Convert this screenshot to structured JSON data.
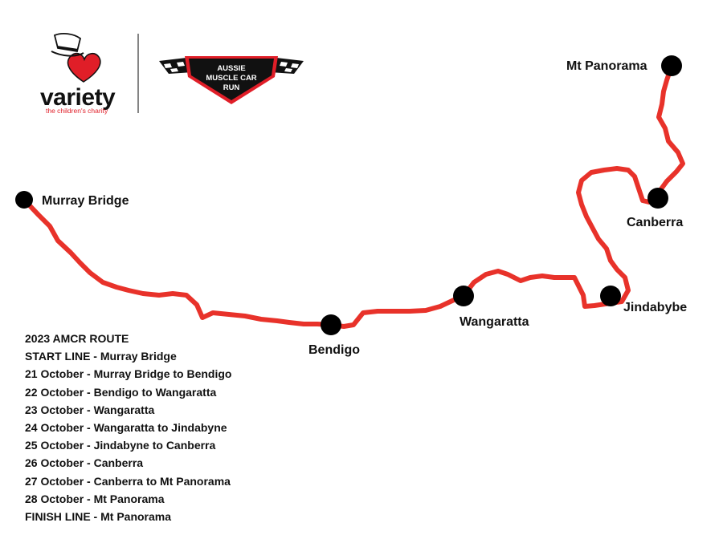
{
  "logos": {
    "variety": {
      "wordmark": "variety",
      "tagline": "the children's charity",
      "icon": "heart-top-hat-icon",
      "brand_color": "#e01e28"
    },
    "amcr": {
      "lines": [
        "AUSSIE",
        "MUSCLE CAR",
        "RUN"
      ],
      "icon": "checkered-flag-badge-icon",
      "badge_color": "#111111",
      "accent_color": "#e01e28"
    }
  },
  "map": {
    "route_color": "#e8322a",
    "marker_color": "#000000",
    "towns": [
      {
        "id": "murray-bridge",
        "name": "Murray Bridge"
      },
      {
        "id": "bendigo",
        "name": "Bendigo"
      },
      {
        "id": "wangaratta",
        "name": "Wangaratta"
      },
      {
        "id": "jindabybe",
        "name": "Jindabybe"
      },
      {
        "id": "canberra",
        "name": "Canberra"
      },
      {
        "id": "mt-panorama",
        "name": "Mt Panorama"
      }
    ]
  },
  "schedule": {
    "title": "2023 AMCR ROUTE",
    "items": [
      "START LINE - Murray Bridge",
      "21 October - Murray Bridge to Bendigo",
      "22 October - Bendigo to Wangaratta",
      "23 October - Wangaratta",
      "24 October - Wangaratta to Jindabyne",
      "25 October - Jindabyne to Canberra",
      "26 October - Canberra",
      "27 October - Canberra to Mt Panorama",
      "28 October - Mt Panorama",
      "FINISH LINE - Mt Panorama"
    ]
  }
}
